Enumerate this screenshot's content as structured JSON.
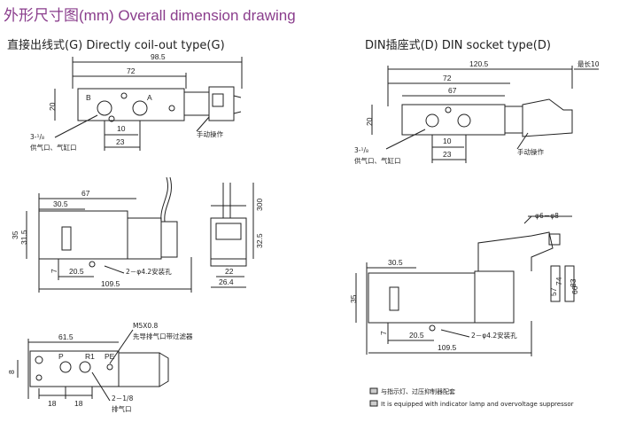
{
  "title": "外形尺寸图(mm) Overall dimension drawing",
  "left_heading": "直接出线式(G)  Directly coil-out type(G)",
  "right_heading": "DIN插座式(D)  DIN socket type(D)",
  "left_top": {
    "dims": {
      "d98_5": "98.5",
      "d72": "72",
      "d20": "20",
      "d10": "10",
      "d23": "23"
    },
    "port_b": "B",
    "port_a": "A",
    "thread_label": "3-¹/₈",
    "supply_label": "供气口、气缸口",
    "manual_label": "手动操作"
  },
  "left_mid": {
    "dims": {
      "d67": "67",
      "d30_5": "30.5",
      "d35": "35",
      "d31_5": "31.5",
      "d7": "7",
      "d20_5": "20.5",
      "d109_5": "109.5"
    },
    "mount_label": "2－φ4.2安装孔"
  },
  "side": {
    "dims": {
      "d300": "300",
      "d32_5": "32.5",
      "d22": "22",
      "d26_4": "26.4"
    }
  },
  "left_bot": {
    "dims": {
      "d61_5": "61.5",
      "d8": "8",
      "d18a": "18",
      "d18b": "18"
    },
    "ports": {
      "p": "P",
      "r1": "R1",
      "pe": "PE"
    },
    "m5_label": "M5X0.8",
    "pilot_label": "先导排气口带过滤器",
    "thread_label": "2－1/8",
    "exhaust_label": "排气口"
  },
  "right_top": {
    "dims": {
      "d120_5": "120.5",
      "d72": "72",
      "d67": "67",
      "d20": "20",
      "d10": "10",
      "d23": "23",
      "max10": "最长10"
    },
    "thread_label": "3-¹/₈",
    "supply_label": "供气口、气缸口",
    "manual_label": "手动操作"
  },
  "right_bot": {
    "dims": {
      "phi": "φ6－φ8",
      "d30_5": "30.5",
      "d35": "35",
      "d7": "7",
      "d20_5": "20.5",
      "d109_5": "109.5",
      "d57": "57",
      "d74": "74",
      "d66": "66",
      "d83": "83"
    },
    "mount_label": "2－φ4.2安装孔",
    "legend_cn": "与指示灯、过压抑制器配套",
    "legend_en": "It is equipped with indicator lamp and overvoltage suppressor"
  }
}
